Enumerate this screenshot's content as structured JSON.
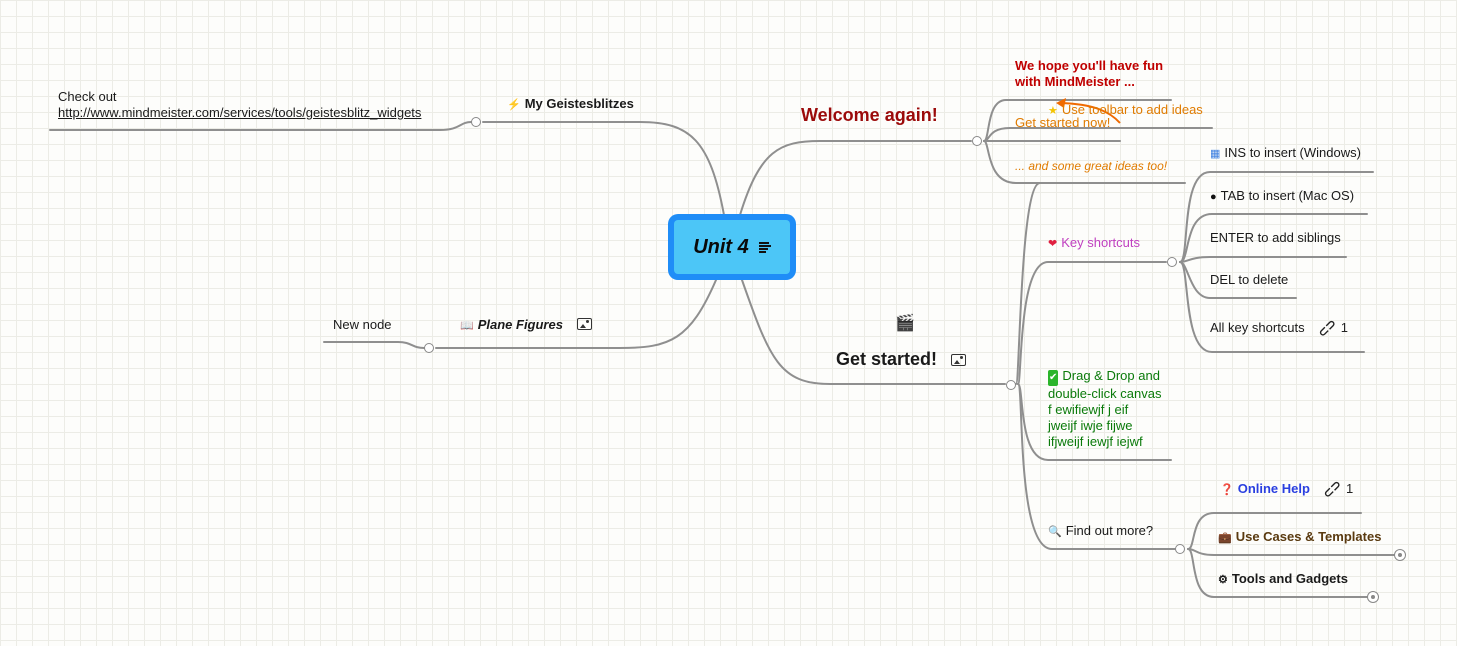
{
  "map": {
    "center": {
      "title": "Unit 4",
      "icon": "notes-icon"
    },
    "left": {
      "geistesblitzes": {
        "icon": "lightning-icon",
        "label": "My Geistesblitzes"
      },
      "check_out": {
        "line1": "Check out",
        "url": "http://www.mindmeister.com/services/tools/geistesblitz_widgets"
      },
      "plane_figures": {
        "icon": "book-icon",
        "label": "Plane Figures",
        "attachment_icon": "image-icon"
      },
      "new_node": {
        "label": "New node"
      }
    },
    "right": {
      "welcome": {
        "label": "Welcome again!",
        "color": "#9b0a0a"
      },
      "fun": {
        "line1": "We hope you'll have fun",
        "line2": "with MindMeister ...",
        "color": "#c00000"
      },
      "toolbar": {
        "icon": "star-icon",
        "label": "Use toolbar to add ideas",
        "color": "#e07b00"
      },
      "get_started_now": {
        "label": "Get started now!",
        "color": "#e07b00"
      },
      "great_ideas": {
        "label": "... and some great ideas too!",
        "color": "#e07b00"
      },
      "get_started": {
        "icon": "clapper-icon",
        "label": "Get started!",
        "attachment_icon": "image-icon"
      },
      "key_shortcuts": {
        "icon": "heart-icon",
        "label": "Key shortcuts",
        "color": "#c040c0"
      },
      "shortcuts": [
        {
          "icon": "windows-icon",
          "label": "INS to insert (Windows)"
        },
        {
          "icon": "apple-icon",
          "label": "TAB to insert (Mac OS)"
        },
        {
          "icon": "",
          "label": "ENTER to add siblings"
        },
        {
          "icon": "",
          "label": "DEL to delete"
        },
        {
          "icon": "",
          "label": "All key shortcuts",
          "link_count": "1"
        }
      ],
      "drag_drop": {
        "icon": "checkbox-icon",
        "lines": [
          "Drag & Drop and",
          "double-click canvas",
          "f ewifiewjf j eif",
          "jweijf iwje fijwe",
          "ifjweijf iewjf iejwf"
        ],
        "color": "#0a7a0a"
      },
      "find_out": {
        "icon": "magnifier-icon",
        "label": "Find out more?"
      },
      "online_help": {
        "icon": "question-icon",
        "label": "Online Help",
        "link_count": "1",
        "color": "#2a3fe0"
      },
      "use_cases": {
        "icon": "briefcase-icon",
        "label": "Use Cases & Templates",
        "color": "#5a3a10"
      },
      "tools": {
        "icon": "gear-icon",
        "label": "Tools and Gadgets"
      }
    }
  }
}
